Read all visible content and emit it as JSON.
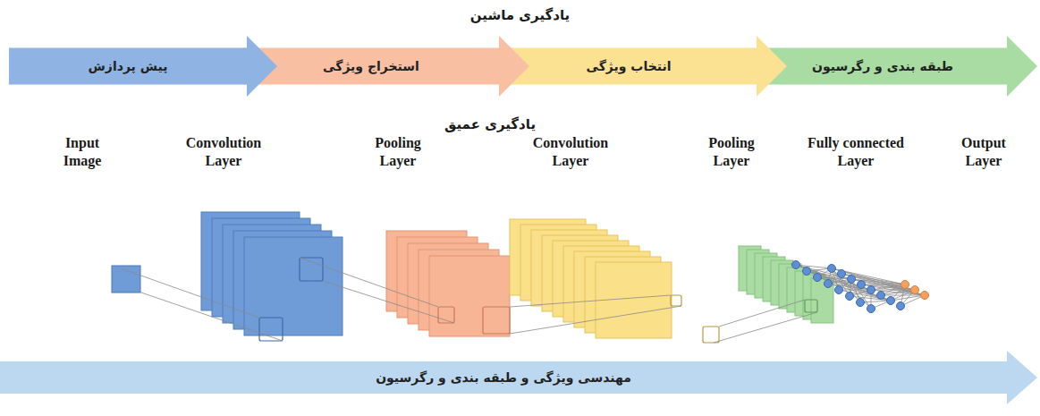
{
  "diagram": {
    "title": "یادگیری ماشین",
    "nodes": [
      {
        "text": [
          "پیش پردازش"
        ]
      },
      {
        "text": [
          "استخراج ویژگی"
        ]
      },
      {
        "text": [
          "انتخاب ویژگی"
        ]
      },
      {
        "text": [
          "طبقه بندی و رگرسیون"
        ]
      },
      {
        "text": [
          "مهندسی ویژگی و طبقه بندی و رگرسیون"
        ]
      }
    ],
    "labels": [
      "یادگیری عمیق",
      "Input Image",
      "Convolution Layer",
      "Pooling Layer",
      "Convolution Layer",
      "Pooling Layer",
      "Fully connected Layer",
      "Output Layer"
    ]
  }
}
